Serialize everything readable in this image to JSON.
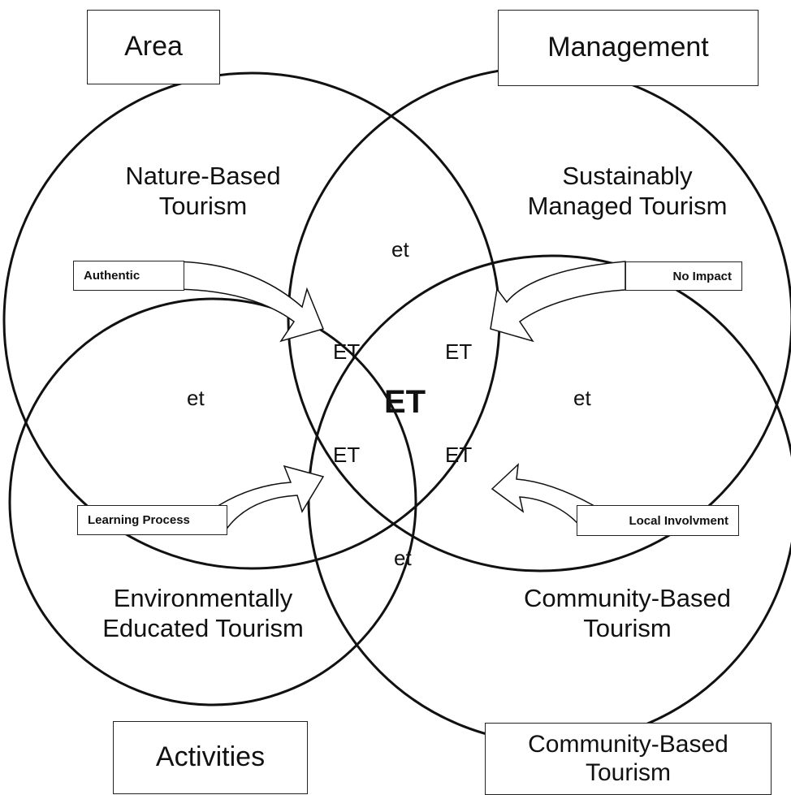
{
  "corner_boxes": {
    "top_left": "Area",
    "top_right": "Management",
    "bottom_left": "Activities",
    "bottom_right": "Community-Based\nTourism"
  },
  "circles": {
    "top_left": "Nature-Based\nTourism",
    "top_right": "Sustainably\nManaged Tourism",
    "bottom_left": "Environmentally\nEducated Tourism",
    "bottom_right": "Community-Based\nTourism"
  },
  "overlaps": {
    "top": "et",
    "left": "et",
    "right": "et",
    "bottom": "et",
    "upper_left": "ET",
    "upper_right": "ET",
    "lower_left": "ET",
    "lower_right": "ET",
    "center": "ET"
  },
  "arrows": {
    "top_left": "Authentic",
    "top_right": "No Impact",
    "bottom_left": "Learning Process",
    "bottom_right": "Local Involvment"
  }
}
